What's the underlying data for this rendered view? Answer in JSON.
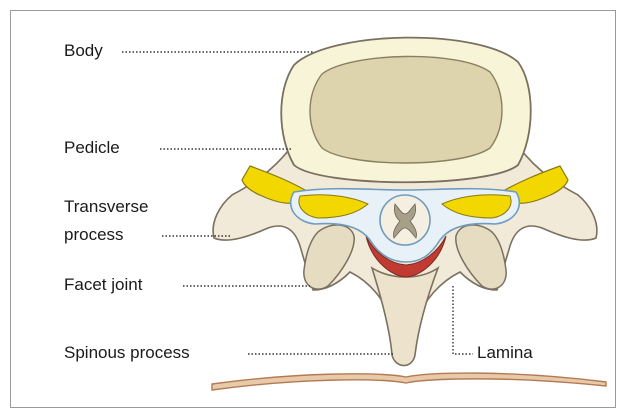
{
  "labels": {
    "body": "Body",
    "pedicle": "Pedicle",
    "transverse_1": "Transverse",
    "transverse_2": "process",
    "facet_joint": "Facet joint",
    "spinous_process": "Spinous process",
    "lamina": "Lamina"
  },
  "colors": {
    "bone": "#f2ead8",
    "bone_outline": "#7a7060",
    "disc_outer": "#f8f4d8",
    "disc_inner": "#ddd4ad",
    "ligament_yellow": "#f2d800",
    "nerve_blue": "#9fc4de",
    "ligament_red": "#c23b32",
    "skin": "#c99a7a",
    "leader_line": "#333333"
  },
  "icons": [
    "vertebra-illustration",
    "spinal-cord-icon",
    "skin-line"
  ]
}
